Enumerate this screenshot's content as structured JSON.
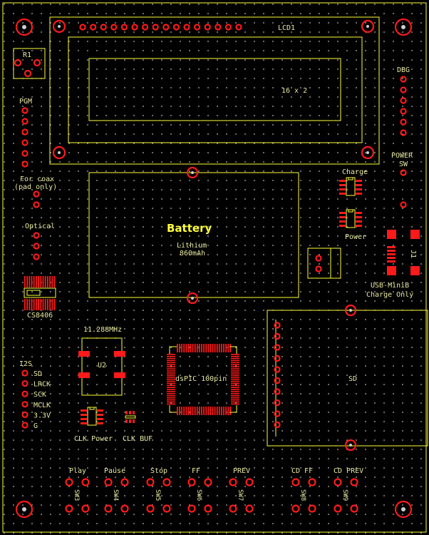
{
  "labels": {
    "r1": "R1",
    "lcd_ref": "LCD1",
    "lcd_size": "16 x 2",
    "pgm": "PGM",
    "dbg": "DBG",
    "power_sw_1": "POWER",
    "power_sw_2": "SW",
    "coax_1": "For coax",
    "coax_2": "(pad only)",
    "optical": "Optical",
    "battery": "Battery",
    "battery_type": "Lithium",
    "battery_capacity": "860mAh",
    "charge": "Charge",
    "power": "Power",
    "usb_ref": "J1",
    "usb_1": "USB-MiniB",
    "usb_2": "Charge Only",
    "cs8406": "CS8406",
    "oscillator": "11.288MHz",
    "u2": "U2",
    "dspic": "dsPIC 100pin",
    "i2s": "I2S",
    "clk_power": "CLK Power",
    "clk_buf": "CLK BUF",
    "sd": "SD"
  },
  "i2s_pins": [
    "SD",
    "LRCK",
    "SCK",
    "MCLK",
    "3.3V",
    "G"
  ],
  "buttons": [
    {
      "label": "Play",
      "ref": "SW3"
    },
    {
      "label": "Pause",
      "ref": "SW4"
    },
    {
      "label": "Stop",
      "ref": "SW5"
    },
    {
      "label": "FF",
      "ref": "SW6"
    },
    {
      "label": "PREV",
      "ref": "SW7"
    },
    {
      "label": "CD FF",
      "ref": "SW8"
    },
    {
      "label": "CD PREV",
      "ref": "SW9"
    }
  ],
  "colors": {
    "board": "#000000",
    "copper": "#ff1a1a",
    "silkscreen": "#ffff3a",
    "grid": "#b8b8b8"
  }
}
